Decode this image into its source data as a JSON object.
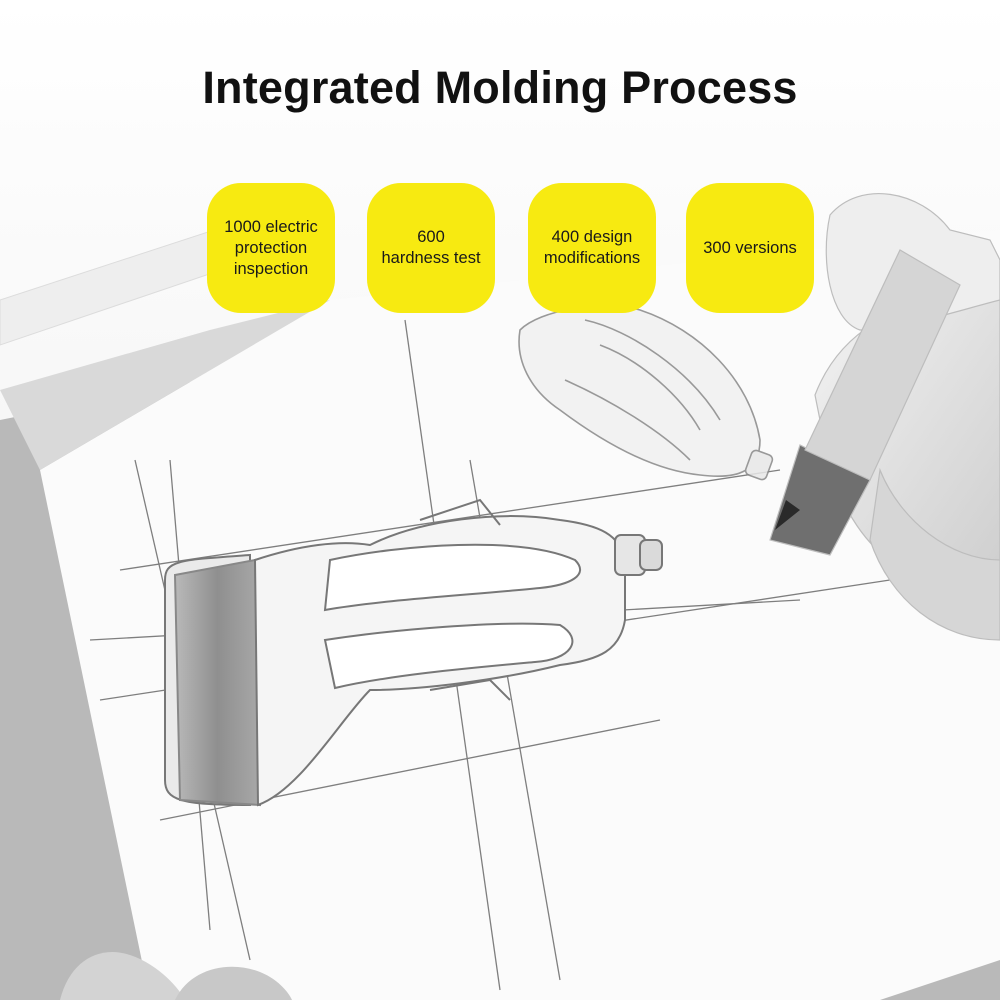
{
  "title": "Integrated Molding Process",
  "accent_color": "#f7ea11",
  "badges": [
    {
      "label": "1000 electric\nprotection\ninspection"
    },
    {
      "label": "600\nhardness test"
    },
    {
      "label": "400 design\nmodifications"
    },
    {
      "label": "300 versions"
    }
  ],
  "illustration": {
    "subject": "car-charger-sketch",
    "tool": "pencil-in-hand"
  }
}
